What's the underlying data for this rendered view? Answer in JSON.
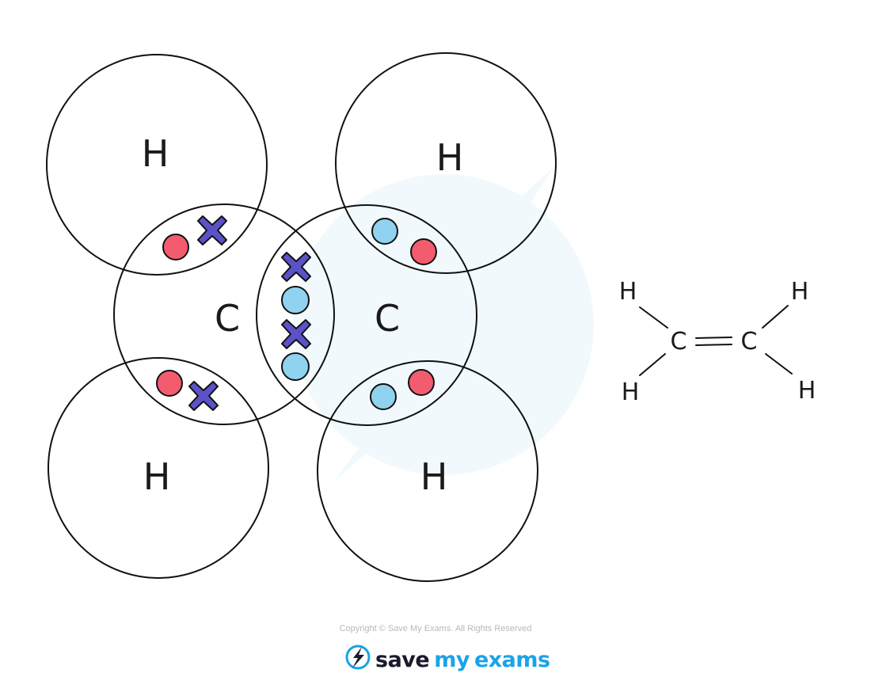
{
  "atoms": {
    "h_top_left": "H",
    "h_top_right": "H",
    "h_bottom_left": "H",
    "h_bottom_right": "H",
    "c_left": "C",
    "c_right": "C"
  },
  "structure": {
    "h1": "H",
    "h2": "H",
    "h3": "H",
    "h4": "H",
    "c1": "C",
    "c2": "C"
  },
  "electron_colors": {
    "hydrogen": "#f25c6e",
    "carbon_left": "#5b52c8",
    "carbon_right": "#8fd3f0"
  },
  "footer": {
    "copyright": "Copyright © Save My Exams. All Rights Reserved",
    "brand_part1": "save",
    "brand_part2": "my",
    "brand_part3": "exams"
  }
}
